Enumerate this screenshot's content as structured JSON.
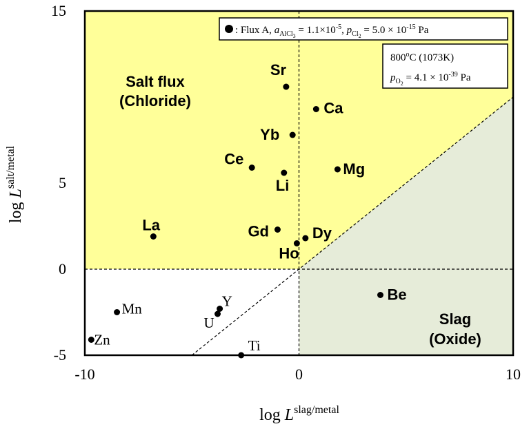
{
  "chart_data": {
    "type": "scatter",
    "xlabel": {
      "base": "log ",
      "var": "L",
      "sup": "slag/metal"
    },
    "ylabel": {
      "base": "log ",
      "var": "L",
      "sup": "salt/metal"
    },
    "xlim": [
      -10,
      10
    ],
    "ylim": [
      -5,
      15
    ],
    "xticks": [
      "-10",
      "0",
      "10"
    ],
    "yticks": [
      "-5",
      "0",
      "5",
      "15"
    ],
    "xtick_values": [
      -10,
      0,
      10
    ],
    "ytick_values": [
      -5,
      0,
      5,
      15
    ],
    "grid": false,
    "regions": {
      "salt": {
        "line1": "Salt flux",
        "line2": "(Chloride)",
        "color": "#ffff99"
      },
      "slag": {
        "line1": "Slag",
        "line2": "(Oxide)",
        "color": "#e6ecd9"
      }
    },
    "diagonal": {
      "x": [
        -5,
        10
      ],
      "y": [
        -5,
        10
      ]
    },
    "legend": {
      "marker_text": ": Flux A, ",
      "a_sym": "a",
      "a_sub": "AlCl",
      "a_sub2": "3",
      "a_val": " = 1.1×10",
      "a_exp": "-5",
      "sep": ", ",
      "p_sym": "p",
      "p_sub": "Cl",
      "p_sub2": "2",
      "p_val": " = 5.0 × 10",
      "p_exp": "-15",
      "p_unit": " Pa"
    },
    "conditions": {
      "temp_a": "800",
      "temp_sup": "o",
      "temp_b": "C (1073K)",
      "po_sym": "p",
      "po_sub": "O",
      "po_sub2": "2",
      "po_val": " = 4.1 × 10",
      "po_exp": "-39",
      "po_unit": " Pa"
    },
    "points": [
      {
        "label": "Sr",
        "x": -0.6,
        "y": 10.6,
        "bold": true
      },
      {
        "label": "Ca",
        "x": 0.8,
        "y": 9.3,
        "bold": true
      },
      {
        "label": "Yb",
        "x": -0.3,
        "y": 7.8,
        "bold": true
      },
      {
        "label": "Ce",
        "x": -2.2,
        "y": 5.9,
        "bold": true
      },
      {
        "label": "Li",
        "x": -0.7,
        "y": 5.6,
        "bold": true
      },
      {
        "label": "Mg",
        "x": 1.8,
        "y": 5.8,
        "bold": true
      },
      {
        "label": "La",
        "x": -6.8,
        "y": 1.9,
        "bold": true
      },
      {
        "label": "Gd",
        "x": -1.0,
        "y": 2.3,
        "bold": true
      },
      {
        "label": "Dy",
        "x": 0.3,
        "y": 1.8,
        "bold": true
      },
      {
        "label": "Ho",
        "x": -0.1,
        "y": 1.5,
        "bold": true
      },
      {
        "label": "Be",
        "x": 3.8,
        "y": -1.5,
        "bold": true
      },
      {
        "label": "Mn",
        "x": -8.5,
        "y": -2.5,
        "bold": false
      },
      {
        "label": "Y",
        "x": -3.7,
        "y": -2.3,
        "bold": false
      },
      {
        "label": "U",
        "x": -3.8,
        "y": -2.6,
        "bold": false
      },
      {
        "label": "Zn",
        "x": -9.7,
        "y": -4.1,
        "bold": false
      },
      {
        "label": "Ti",
        "x": -2.7,
        "y": -5.0,
        "bold": false
      }
    ]
  }
}
